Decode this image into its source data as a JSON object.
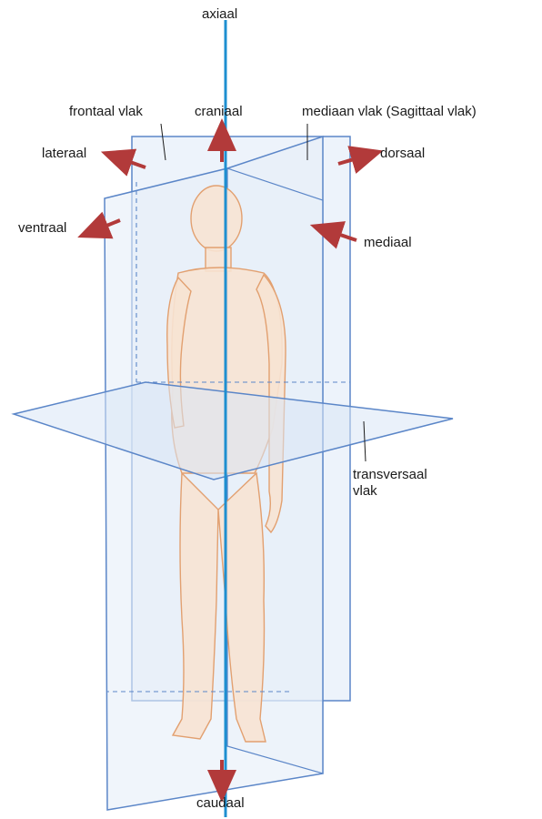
{
  "labels": {
    "axiaal": "axiaal",
    "craniaal": "craniaal",
    "caudaal": "caudaal",
    "frontaal_vlak": "frontaal vlak",
    "mediaan_vlak": "mediaan vlak",
    "sagittaal_note": "(Sagittaal vlak)",
    "lateraal": "lateraal",
    "dorsaal": "dorsaal",
    "ventraal": "ventraal",
    "mediaal": "mediaal",
    "transversaal_line1": "transversaal",
    "transversaal_line2": "vlak"
  },
  "colors": {
    "axis": "#1e8fd0",
    "plane_edge": "#5b86c8",
    "plane_fill": "#dfe9f7",
    "arrow": "#b23a3a",
    "body_outline": "#e2a070",
    "body_fill": "#f7e3d3",
    "text": "#1a1a1a"
  }
}
